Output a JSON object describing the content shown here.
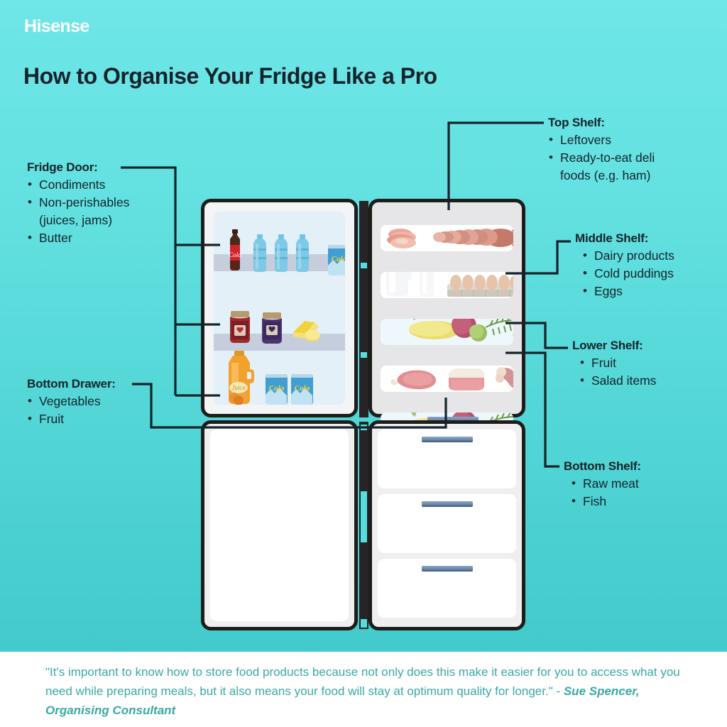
{
  "brand": {
    "logo": "Hisense"
  },
  "header": {
    "title": "How to Organise Your Fridge Like a Pro"
  },
  "annotations": [
    {
      "key": "fridge-door",
      "heading": "Fridge Door:",
      "items": [
        "Condiments",
        "Non-perishables",
        "(juices, jams)",
        "Butter"
      ]
    },
    {
      "key": "bottom-drawer",
      "heading": "Bottom Drawer:",
      "items": [
        "Vegetables",
        "Fruit"
      ]
    },
    {
      "key": "top-shelf",
      "heading": "Top Shelf:",
      "items": [
        "Leftovers",
        "Ready-to-eat deli",
        "foods (e.g. ham)"
      ]
    },
    {
      "key": "middle-shelf",
      "heading": "Middle Shelf:",
      "items": [
        "Dairy products",
        "Cold puddings",
        "Eggs"
      ]
    },
    {
      "key": "lower-shelf",
      "heading": "Lower Shelf:",
      "items": [
        "Fruit",
        "Salad items"
      ]
    },
    {
      "key": "bottom-shelf",
      "heading": "Bottom Shelf:",
      "items": [
        "Raw meat",
        "Fish"
      ]
    }
  ],
  "fridge": {
    "door": {
      "shelves": [
        {
          "name": "door-shelf-top",
          "contents": [
            "cola-bottle",
            "water-bottle",
            "water-bottle",
            "water-bottle",
            "cola-can"
          ]
        },
        {
          "name": "door-shelf-middle",
          "contents": [
            "jam-jar-red",
            "jam-jar-purple",
            "butter"
          ]
        },
        {
          "name": "door-shelf-bottom",
          "contents": [
            "juice-bottle",
            "cola-can",
            "cola-can"
          ]
        }
      ]
    },
    "compartment": {
      "shelves": [
        {
          "name": "top-shelf",
          "contents": [
            "sliced-ham",
            "salami"
          ]
        },
        {
          "name": "middle-shelf",
          "contents": [
            "milk-jug",
            "milk-bottle",
            "egg-carton"
          ]
        },
        {
          "name": "lower-shelf",
          "contents": [
            "vegetables",
            "fruit",
            "herbs"
          ]
        },
        {
          "name": "bottom-shelf",
          "contents": [
            "raw-steak",
            "raw-pork",
            "raw-drumstick"
          ]
        },
        {
          "name": "crisper-drawer",
          "contents": [
            "vegetables",
            "fruit",
            "herbs"
          ]
        }
      ]
    },
    "freezer": {
      "left_door_label": "freezer-left-door",
      "drawers": [
        "freezer-drawer-1",
        "freezer-drawer-2",
        "freezer-drawer-3"
      ]
    }
  },
  "labels": {
    "cola": "Cola",
    "juice": "Juice"
  },
  "footer": {
    "quote": "\"It's important to know how to store food products because not only does this make it easier for you to access what you need while preparing meals, but it also means your food will stay at optimum quality for longer.\" - ",
    "attribution": "Sue Spencer, Organising Consultant"
  },
  "colors": {
    "background_top": "#6fe6e8",
    "background_bottom": "#3dc6c8",
    "text_dark": "#15232b",
    "quote_teal": "#3aa8a3",
    "outline": "#1d1d1b"
  }
}
